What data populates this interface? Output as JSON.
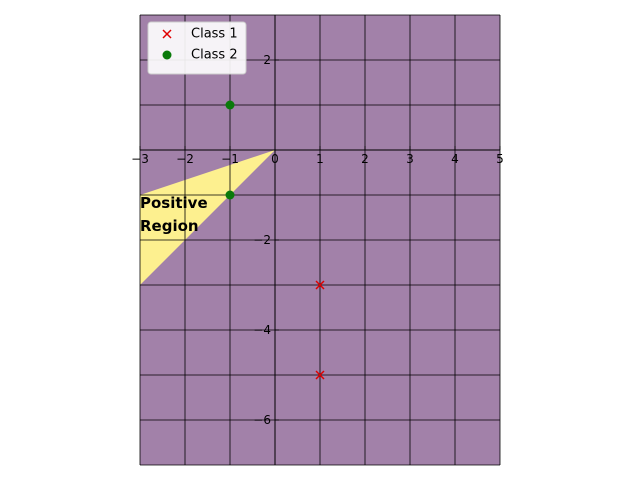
{
  "chart_data": {
    "type": "scatter",
    "xlim": [
      -3,
      5
    ],
    "ylim": [
      -7,
      3
    ],
    "x_ticks": [
      -3,
      -2,
      -1,
      0,
      1,
      2,
      3,
      4,
      5
    ],
    "y_ticks": [
      2,
      0,
      -2,
      -4,
      -6
    ],
    "grid": true,
    "legend_placement": "top-left",
    "background_color": "#a281a9",
    "positive_region_color": "#fdf08f",
    "positive_region": {
      "label": "Positive\nRegion",
      "polygon": [
        [
          0,
          0
        ],
        [
          -3,
          -1
        ],
        [
          -3,
          -3
        ]
      ]
    },
    "series": [
      {
        "name": "Class 1",
        "marker": "x",
        "color": "#e00000",
        "points": [
          [
            1,
            -3
          ],
          [
            1,
            -5
          ]
        ]
      },
      {
        "name": "Class 2",
        "marker": "o",
        "color": "#0a7a0a",
        "points": [
          [
            -1,
            1
          ],
          [
            -1,
            -1
          ]
        ]
      }
    ]
  }
}
